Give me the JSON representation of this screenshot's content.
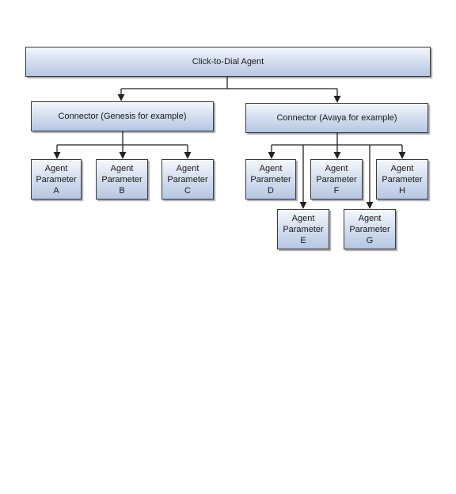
{
  "root": {
    "label": "Click-to-Dial Agent"
  },
  "connectors": [
    {
      "label": "Connector (Genesis for example)"
    },
    {
      "label": "Connector (Avaya for example)"
    }
  ],
  "parameters": [
    {
      "line1": "Agent",
      "line2": "Parameter",
      "letter": "A"
    },
    {
      "line1": "Agent",
      "line2": "Parameter",
      "letter": "B"
    },
    {
      "line1": "Agent",
      "line2": "Parameter",
      "letter": "C"
    },
    {
      "line1": "Agent",
      "line2": "Parameter",
      "letter": "D"
    },
    {
      "line1": "Agent",
      "line2": "Parameter",
      "letter": "E"
    },
    {
      "line1": "Agent",
      "line2": "Parameter",
      "letter": "F"
    },
    {
      "line1": "Agent",
      "line2": "Parameter",
      "letter": "G"
    },
    {
      "line1": "Agent",
      "line2": "Parameter",
      "letter": "H"
    }
  ],
  "colors": {
    "box_top": "#f4f7fc",
    "box_bottom": "#b7c7e3",
    "border": "#3a3a3a",
    "connector_line": "#222222"
  }
}
